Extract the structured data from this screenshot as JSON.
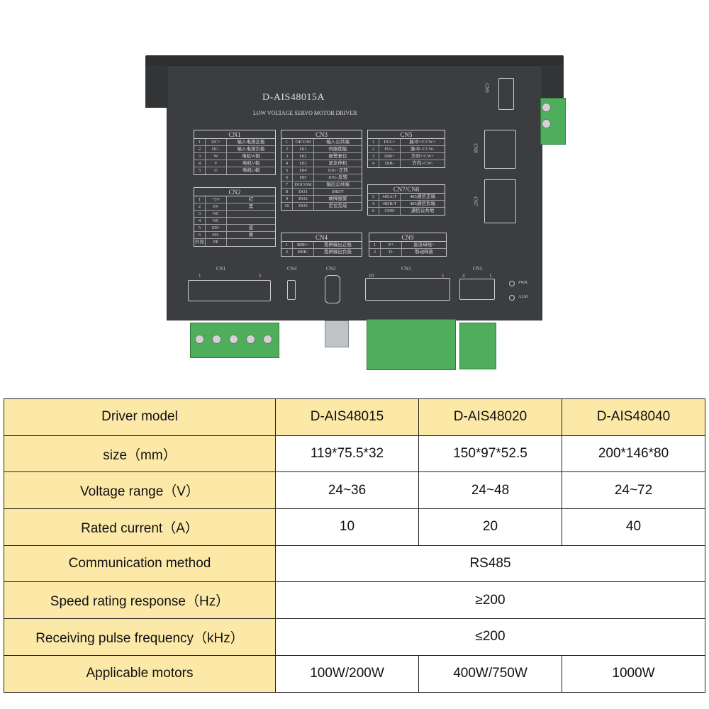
{
  "device": {
    "model": "D-AIS48015A",
    "subtitle": "LOW VOLTAGE SERVO MOTOR DRIVER",
    "colors": {
      "body": "#3c3d40",
      "terminal": "#4fae5b",
      "header": "#fce9a8"
    },
    "tables": [
      {
        "title": "CN1",
        "rows": [
          [
            "1",
            "DC+",
            "输入电源正极"
          ],
          [
            "2",
            "DC-",
            "输入电源负极"
          ],
          [
            "3",
            "W",
            "电机W相"
          ],
          [
            "4",
            "V",
            "电机V相"
          ],
          [
            "5",
            "U",
            "电机U相"
          ]
        ]
      },
      {
        "title": "CN2",
        "rows": [
          [
            "1",
            "+5V",
            "红"
          ],
          [
            "2",
            "0V",
            "黑"
          ],
          [
            "3",
            "NC",
            ""
          ],
          [
            "4",
            "NC",
            ""
          ],
          [
            "5",
            "SD+",
            "蓝"
          ],
          [
            "6",
            "SD-",
            "黄"
          ],
          [
            "外壳",
            "PE",
            ""
          ]
        ]
      },
      {
        "title": "CN3",
        "rows": [
          [
            "1",
            "DICOM",
            "输入公共端"
          ],
          [
            "2",
            "DI1",
            "伺服使能"
          ],
          [
            "3",
            "DI2",
            "报警复位"
          ],
          [
            "4",
            "DI3",
            "紧急停机"
          ],
          [
            "5",
            "DI4",
            "JOG+正转"
          ],
          [
            "6",
            "DI5",
            "JOG-反转"
          ],
          [
            "7",
            "DOCOM",
            "输出公共端"
          ],
          [
            "8",
            "DO1",
            "SRDY"
          ],
          [
            "9",
            "DO2",
            "故障报警"
          ],
          [
            "10",
            "DO3",
            "定位完成"
          ]
        ]
      },
      {
        "title": "CN4",
        "rows": [
          [
            "1",
            "BRK+",
            "抱闸输出正极"
          ],
          [
            "2",
            "BRK-",
            "抱闸输出负极"
          ]
        ]
      },
      {
        "title": "CN5",
        "rows": [
          [
            "1",
            "PUL+",
            "脉冲+/CCW+"
          ],
          [
            "2",
            "PUL-",
            "脉冲-/CCW-"
          ],
          [
            "3",
            "DIR+",
            "方向+/CW+"
          ],
          [
            "4",
            "DIR-",
            "方向-/CW-"
          ]
        ]
      },
      {
        "title": "CN7/CN8",
        "rows": [
          [
            "5",
            "485A/T",
            "485通信正端"
          ],
          [
            "4",
            "485B/T",
            "485通信负端"
          ],
          [
            "6",
            "GND",
            "通信公共地"
          ]
        ]
      },
      {
        "title": "CN9",
        "rows": [
          [
            "1",
            "P+",
            "直流母线+"
          ],
          [
            "2",
            "D-",
            "制动释放"
          ]
        ]
      }
    ],
    "connector_labels": {
      "cn1": "CN1",
      "cn1_pin_left": "1",
      "cn1_pin_right": "5",
      "cn4": "CN4",
      "cn2": "CN2",
      "cn3": "CN3",
      "cn3_pin_left": "10",
      "cn3_pin_right": "1",
      "cn5": "CN5",
      "cn5_pin_left": "4",
      "cn5_pin_right": "1",
      "cn7": "CN7",
      "cn8": "CN8",
      "cn9": "CN9",
      "pwr": "PWR",
      "alm": "ALM"
    }
  },
  "spec_table": {
    "header": [
      "Driver model",
      "D-AIS48015",
      "D-AIS48020",
      "D-AIS48040"
    ],
    "rows": [
      {
        "label": "size（mm）",
        "values": [
          "119*75.5*32",
          "150*97*52.5",
          "200*146*80"
        ]
      },
      {
        "label": "Voltage range（V）",
        "values": [
          "24~36",
          "24~48",
          "24~72"
        ]
      },
      {
        "label": "Rated current（A）",
        "values": [
          "10",
          "20",
          "40"
        ]
      },
      {
        "label": "Communication method",
        "span": "RS485"
      },
      {
        "label": "Speed rating response（Hz）",
        "span": "≥200"
      },
      {
        "label": "Receiving pulse frequency（kHz）",
        "span": "≤200"
      },
      {
        "label": "Applicable motors",
        "values": [
          "100W/200W",
          "400W/750W",
          "1000W"
        ]
      }
    ]
  }
}
